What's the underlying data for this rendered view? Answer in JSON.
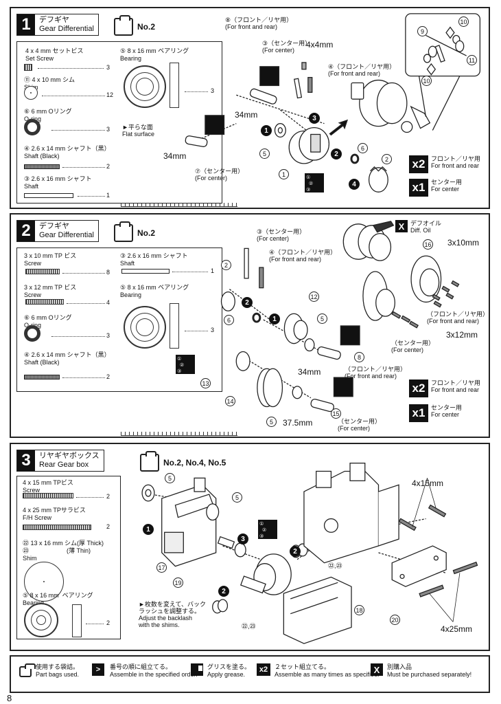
{
  "legend": {
    "parts_bag": "使用する袋詰。\nPart bags used.",
    "order": "番号の順に組立てる。\nAssemble in the specified order.",
    "grease": "グリスを塗る。\nApply grease.",
    "twice": "２セット組立てる。\nAssemble as many times as specified.",
    "separate": "別購入品\nMust be purchased separately!"
  },
  "page_number": "8",
  "step1": {
    "num": "1",
    "title_jp": "デフギヤ",
    "title_en": "Gear Differential",
    "bag": "No.2",
    "parts": [
      {
        "label": "4 x 4 mm セットビス\nSet Screw",
        "qty": "3"
      },
      {
        "label": "⑪ 4 x 10 mm シム\nShim",
        "qty": "12"
      },
      {
        "label": "⑥ 6 mm Oリング\nO-ring",
        "qty": "3"
      },
      {
        "label": "④ 2.6 x 14 mm シャフト（黒）\nShaft (Black)",
        "qty": "2"
      },
      {
        "label": "③ 2.6 x 16 mm シャフト\nShaft",
        "qty": "1"
      },
      {
        "label": "⑤ 8 x 16 mm ベアリング\nBearing",
        "qty": "3"
      }
    ],
    "labels": {
      "front_rear_8": "⑧（フロント／リヤ用）\n(For front and rear)",
      "center_3": "③（センター用）\n(For center)",
      "m4x4": "4x4mm",
      "front_rear_4": "④（フロント／リヤ用）\n(For front and rear)",
      "flat": "►平らな面\nFlat surface",
      "d34a": "34mm",
      "d34b": "34mm",
      "center_7": "⑦（センター用）\n(For center)",
      "x2_text": "フロント／リヤ用\nFor front and rear",
      "x1_text": "センター用\nFor center",
      "x2": "x2",
      "x1": "x1"
    }
  },
  "step2": {
    "num": "2",
    "title_jp": "デフギヤ",
    "title_en": "Gear Differential",
    "bag": "No.2",
    "parts": [
      {
        "label": "3 x 10 mm TP ビス\nScrew",
        "qty": "8"
      },
      {
        "label": "3 x 12 mm TP ビス\nScrew",
        "qty": "4"
      },
      {
        "label": "⑥ 6 mm Oリング\nO-ring",
        "qty": "3"
      },
      {
        "label": "④ 2.6 x 14 mm シャフト（黒）\nShaft (Black)",
        "qty": "2"
      },
      {
        "label": "③ 2.6 x 16 mm シャフト\nShaft",
        "qty": "1"
      },
      {
        "label": "⑤ 8 x 16 mm ベアリング\nBearing",
        "qty": "3"
      }
    ],
    "labels": {
      "center_3": "③（センター用）\n(For center)",
      "front_rear_4": "④（フロント／リヤ用）\n(For front and rear)",
      "diff_oil": "デフオイル\nDiff. Oil",
      "m3x10": "3x10mm",
      "front_rear": "（フロント／リヤ用）\n(For front and rear)",
      "m3x12": "3x12mm",
      "center": "（センター用）\n(For center)",
      "d34": "34mm",
      "front_rear_8": "（フロント／リヤ用）\n(For front and rear)",
      "d375": "37.5mm",
      "center_15": "（センター用）\n(For center)",
      "x2_text": "フロント／リヤ用\nFor front and rear",
      "x1_text": "センター用\nFor center",
      "x2": "x2",
      "x1": "x1"
    }
  },
  "step3": {
    "num": "3",
    "title_jp": "リヤギヤボックス",
    "title_en": "Rear Gear box",
    "bag": "No.2, No.4, No.5",
    "parts": [
      {
        "label": "4 x 15 mm TPビス\nScrew",
        "qty": "2"
      },
      {
        "label": "4 x 25 mm TPサラビス\nF/H Screw",
        "qty": "2"
      },
      {
        "label": "㉒ 13 x 16 mm シム(厚 Thick)\n㉓                      (薄 Thin)\nShim",
        "qty": ""
      },
      {
        "label": "⑤ 8 x 16 mm  ベアリング\nBearing",
        "qty": "2"
      }
    ],
    "labels": {
      "m4x15": "4x15mm",
      "m4x25": "4x25mm",
      "backlash": "►枚数を変えて、バック\nラッシュを調整する。\nAdjust the backlash\nwith the shims.",
      "n2223a": "㉒,㉓",
      "n2223b": "㉒,㉓"
    }
  }
}
